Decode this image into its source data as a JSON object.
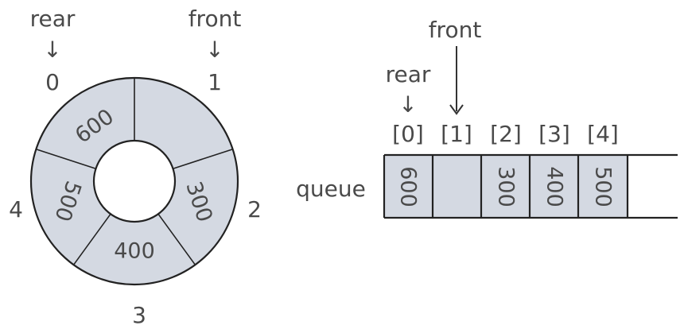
{
  "circular": {
    "rear_label": "rear",
    "front_label": "front",
    "slot_indices": [
      "0",
      "1",
      "2",
      "3",
      "4"
    ],
    "slot_values": [
      "600",
      "",
      "300",
      "400",
      "500"
    ],
    "pointer_glyph": "↓"
  },
  "array": {
    "name": "queue",
    "front_label": "front",
    "rear_label": "rear",
    "indices": [
      "[0]",
      "[1]",
      "[2]",
      "[3]",
      "[4]"
    ],
    "values": [
      "600",
      "",
      "300",
      "400",
      "500"
    ],
    "pointer_glyph": "↓"
  },
  "colors": {
    "fill": "#d4d9e2",
    "stroke": "#222222",
    "text": "#4a4a4a"
  }
}
